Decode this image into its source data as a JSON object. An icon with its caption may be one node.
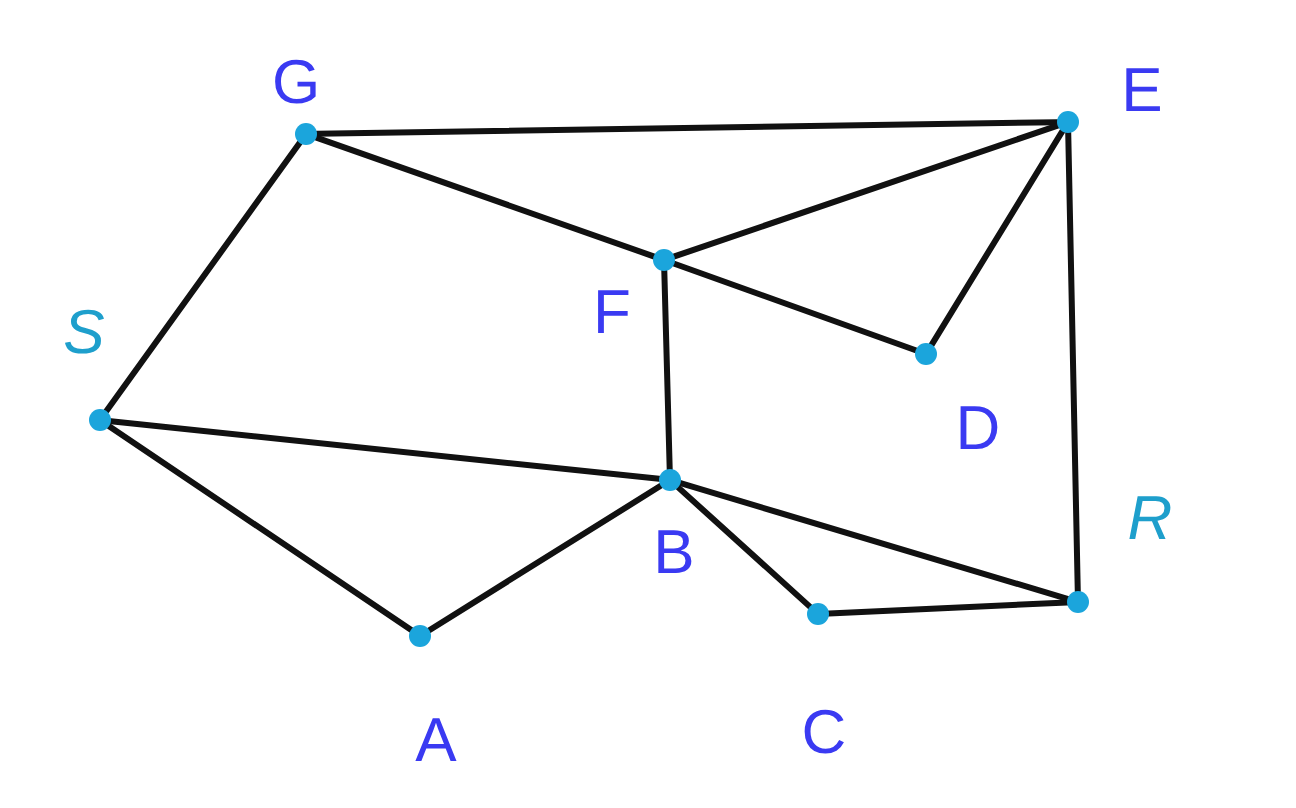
{
  "diagram": {
    "nodes": [
      {
        "text": [],
        "shape": "circle",
        "beside": [
          "G"
        ]
      },
      {
        "text": [],
        "shape": "circle",
        "beside": [
          "E"
        ]
      },
      {
        "text": [],
        "shape": "circle",
        "beside": [
          "S"
        ]
      },
      {
        "text": [],
        "shape": "circle",
        "beside": [
          "F"
        ]
      },
      {
        "text": [],
        "shape": "circle",
        "beside": [
          "D"
        ]
      },
      {
        "text": [],
        "shape": "circle",
        "beside": [
          "B"
        ]
      },
      {
        "text": [],
        "shape": "circle",
        "beside": [
          "R"
        ]
      },
      {
        "text": [],
        "shape": "circle",
        "beside": [
          "A"
        ]
      },
      {
        "text": [],
        "shape": "circle",
        "beside": [
          "C"
        ]
      }
    ],
    "edges": [
      {
        "from": 0,
        "to": 1,
        "arrow": "none"
      },
      {
        "from": 0,
        "to": 3,
        "arrow": "none"
      },
      {
        "from": 3,
        "to": 1,
        "arrow": "none"
      },
      {
        "from": 3,
        "to": 4,
        "arrow": "none"
      },
      {
        "from": 1,
        "to": 4,
        "arrow": "none"
      },
      {
        "from": 2,
        "to": 0,
        "arrow": "none"
      },
      {
        "from": 2,
        "to": 5,
        "arrow": "none"
      },
      {
        "from": 3,
        "to": 5,
        "arrow": "none"
      },
      {
        "from": 1,
        "to": 6,
        "arrow": "none"
      },
      {
        "from": 2,
        "to": 7,
        "arrow": "none"
      },
      {
        "from": 7,
        "to": 5,
        "arrow": "none"
      },
      {
        "from": 5,
        "to": 8,
        "arrow": "none"
      },
      {
        "from": 5,
        "to": 6,
        "arrow": "none"
      },
      {
        "from": 8,
        "to": 6,
        "arrow": "none"
      }
    ]
  }
}
